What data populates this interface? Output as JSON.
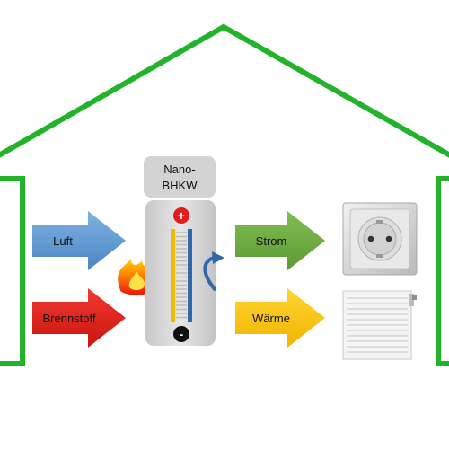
{
  "device": {
    "label_line1": "Nano-",
    "label_line2": "BHKW",
    "plus_sign": "+",
    "minus_sign": "-"
  },
  "inputs": [
    {
      "label": "Luft",
      "color": "#5b9bd5"
    },
    {
      "label": "Brennstoff",
      "color": "#e8191c"
    }
  ],
  "outputs": [
    {
      "label": "Strom",
      "color": "#6aaa3c"
    },
    {
      "label": "Wärme",
      "color": "#f5c400"
    }
  ],
  "colors": {
    "house": "#22b32a",
    "device_body": "#d9d9d9",
    "plus": "#e01c1c",
    "minus": "#111111",
    "curve_arrow": "#2e6aa8"
  },
  "icons": {
    "flame": "flame-icon",
    "socket": "power-socket-icon",
    "radiator": "radiator-icon"
  }
}
